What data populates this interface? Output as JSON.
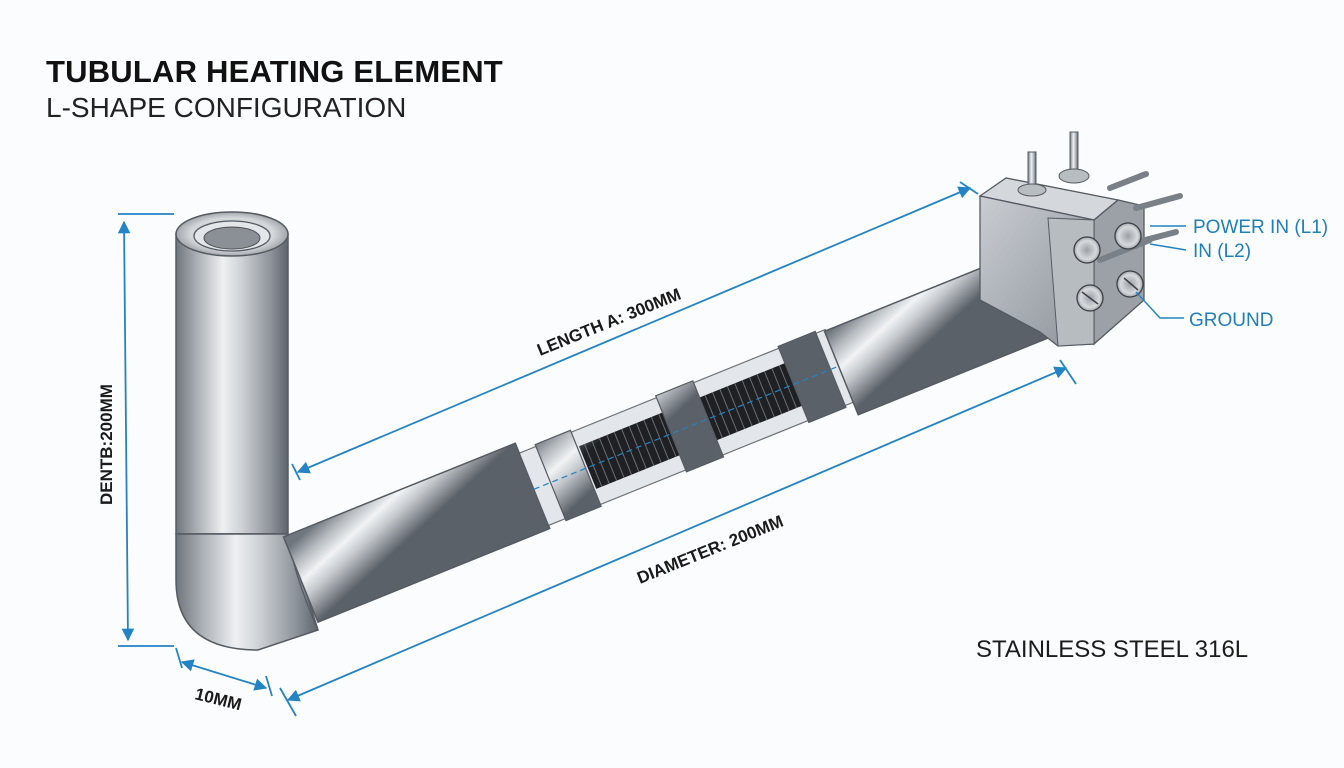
{
  "title": "TUBULAR HEATING ELEMENT",
  "subtitle": "L-SHAPE CONFIGURATION",
  "material": "STAINLESS STEEL 316L",
  "dimensions": {
    "length_a": "LENGTH A: 300MM",
    "diameter": "DIAMETER: 200MM",
    "vertical": "DENTB:200MM",
    "base": "10MM"
  },
  "terminals": {
    "power_l1": "POWER IN (L1)",
    "power_l2": "IN (L2)",
    "ground": "GROUND"
  },
  "colors": {
    "dimension_line": "#2383c4",
    "steel_light": "#e9ecef",
    "steel_dark": "#7a8088",
    "label": "#1f7fb8"
  }
}
